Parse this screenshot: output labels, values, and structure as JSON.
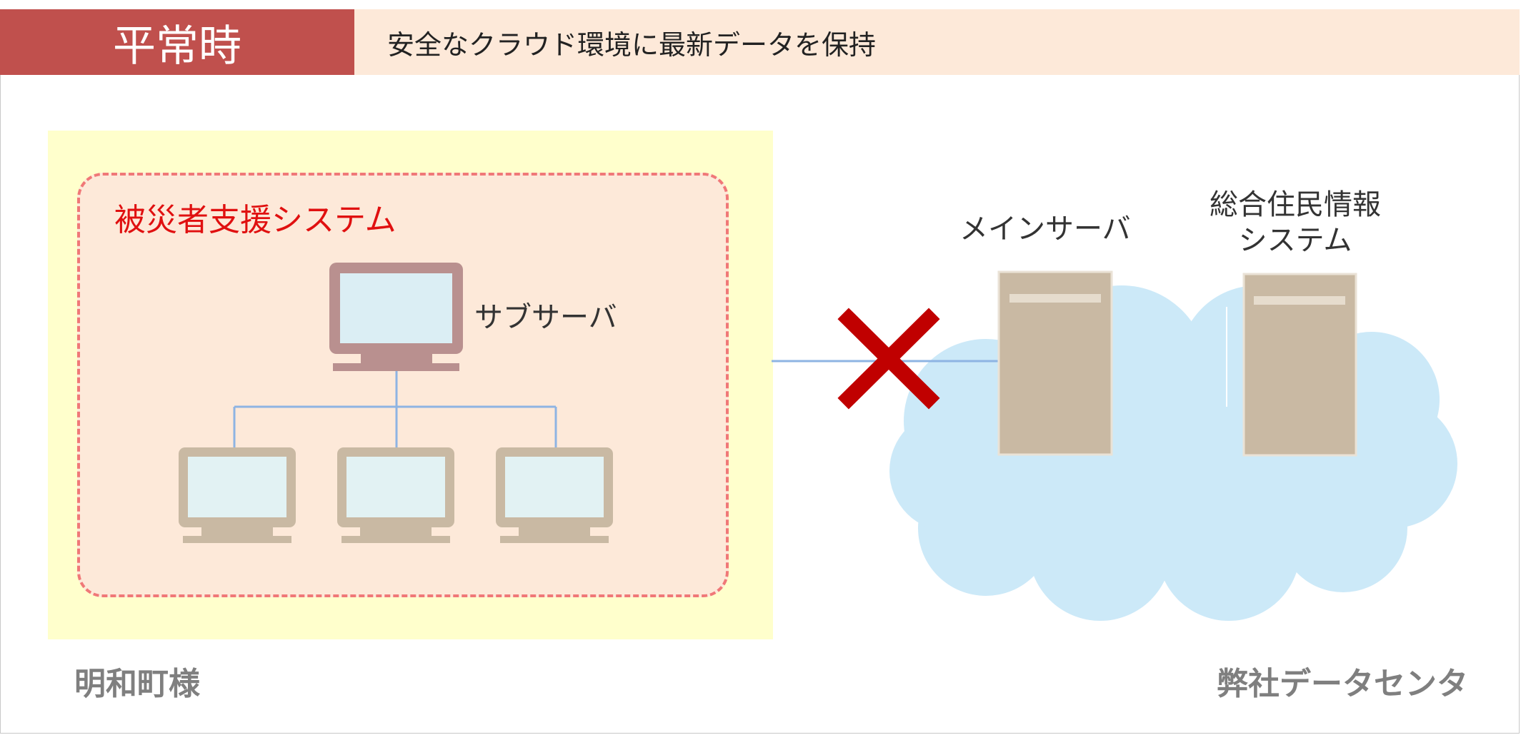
{
  "header": {
    "title": "平常時",
    "description": "安全なクラウド環境に最新データを保持"
  },
  "local": {
    "system_label": "被災者支援システム",
    "sub_server_label": "サブサーバ",
    "site_label": "明和町様"
  },
  "datacenter": {
    "main_server_label": "メインサーバ",
    "resident_system_label_line1": "総合住民情報",
    "resident_system_label_line2": "システム",
    "site_label": "弊社データセンタ"
  },
  "colors": {
    "accent_red": "#c0504d",
    "header_bg": "#fde9d9",
    "local_bg": "#ffffcc",
    "dashed_border": "#f07878",
    "system_text": "#e01010",
    "cloud": "#cce9f8",
    "server": "#c9b9a3",
    "monitor_main": "#b9908f",
    "x_mark": "#c00000",
    "line": "#8eb4e3"
  },
  "icons": [
    "monitor-icon",
    "server-icon",
    "cloud-icon",
    "disconnect-x-icon"
  ]
}
